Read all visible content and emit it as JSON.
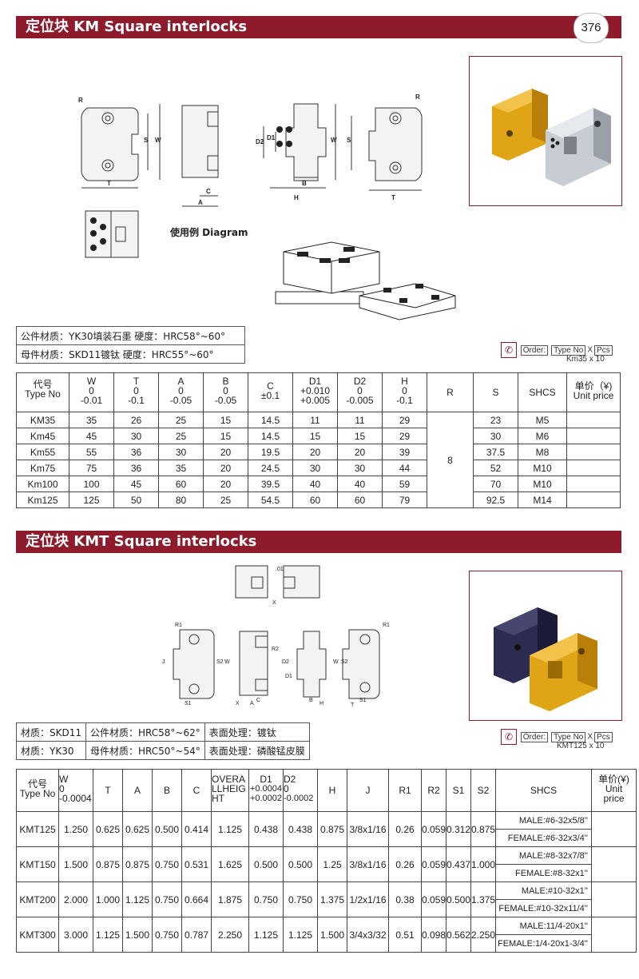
{
  "page_number": "376",
  "km": {
    "title": "定位块 KM Square interlocks",
    "diagram_caption": "使用例 Diagram",
    "dim_labels": {
      "R": "R",
      "S": "S",
      "W": "W",
      "T": "T",
      "C": "C",
      "A": "A",
      "D1": "D1",
      "D2": "D2",
      "B": "B",
      "H": "H"
    },
    "materials": [
      "公件材质：YK30填装石墨  硬度：HRC58°~60°",
      "母件材质：SKD11镀钛       硬度：HRC55°~60°"
    ],
    "order": {
      "label": "Order:",
      "type_no": "Type No",
      "x": "X",
      "pcs": "Pcs",
      "example": "Km35  x  10"
    },
    "headers": [
      [
        "代号",
        "Type No"
      ],
      [
        "W",
        "0",
        "-0.01"
      ],
      [
        "T",
        "0",
        "-0.1"
      ],
      [
        "A",
        "0",
        "-0.05"
      ],
      [
        "B",
        "0",
        "-0.05"
      ],
      [
        "C",
        "±0.1"
      ],
      [
        "D1",
        "+0.010",
        "+0.005"
      ],
      [
        "D2",
        "0",
        "-0.005"
      ],
      [
        "H",
        "0",
        "-0.1"
      ],
      [
        "R"
      ],
      [
        "S"
      ],
      [
        "SHCS"
      ],
      [
        "单价（¥)",
        "Unit price"
      ]
    ],
    "rows": [
      [
        "KM35",
        "35",
        "26",
        "25",
        "15",
        "14.5",
        "11",
        "11",
        "29",
        "23",
        "M5"
      ],
      [
        "Km45",
        "45",
        "30",
        "25",
        "15",
        "14.5",
        "15",
        "15",
        "29",
        "30",
        "M6"
      ],
      [
        "Km55",
        "55",
        "36",
        "30",
        "20",
        "19.5",
        "20",
        "20",
        "39",
        "37.5",
        "M8"
      ],
      [
        "Km75",
        "75",
        "36",
        "35",
        "20",
        "24.5",
        "30",
        "30",
        "44",
        "52",
        "M10"
      ],
      [
        "Km100",
        "100",
        "45",
        "60",
        "20",
        "39.5",
        "40",
        "40",
        "59",
        "70",
        "M10"
      ],
      [
        "Km125",
        "125",
        "50",
        "80",
        "25",
        "54.5",
        "60",
        "60",
        "79",
        "92.5",
        "M14"
      ]
    ],
    "r_value": "8"
  },
  "kmt": {
    "title": "定位块 KMT Square interlocks",
    "dim_labels": {
      "R1": "R1",
      "R2": "R2",
      "S1": "S1",
      "S2": "S2",
      "W": "W",
      "J": "J",
      "T": "T",
      "A": "A",
      "B": "B",
      "C": "C",
      "H": "H",
      "D1": "D1",
      "D2": "D2",
      "X": "X",
      "tol": ".01"
    },
    "materials": [
      [
        "材质：SKD11",
        "公件材质：HRC58°~62°",
        "表面处理：镀钛"
      ],
      [
        "材质：YK30",
        "母件材质：HRC50°~54°",
        "表面处理：磷酸锰皮膜"
      ]
    ],
    "order": {
      "label": "Order:",
      "type_no": "Type No",
      "x": "X",
      "pcs": "Pcs",
      "example": "KMT125  x  10"
    },
    "headers": [
      [
        "代号",
        "Type No"
      ],
      [
        "W",
        "0",
        "-0.0004"
      ],
      [
        "T"
      ],
      [
        "A"
      ],
      [
        "B"
      ],
      [
        "C"
      ],
      [
        "OVERA",
        "LLHEIG",
        "HT"
      ],
      [
        "D1",
        "+0.0004",
        "+0.0002"
      ],
      [
        "D2",
        "0",
        "-0.0002"
      ],
      [
        "H"
      ],
      [
        "J"
      ],
      [
        "R1"
      ],
      [
        "R2"
      ],
      [
        "S1"
      ],
      [
        "S2"
      ],
      [
        "SHCS"
      ],
      [
        "单价(¥)",
        "Unit",
        "price"
      ]
    ],
    "rows": [
      {
        "cells": [
          "KMT125",
          "1.250",
          "0.625",
          "0.625",
          "0.500",
          "0.414",
          "1.125",
          "0.438",
          "0.438",
          "0.875",
          "3/8x1/16",
          "0.26",
          "0.059",
          "0.312",
          "0.875"
        ],
        "male": "MALE:#6-32x5/8''",
        "female": "FEMALE:#6-32x3/4''"
      },
      {
        "cells": [
          "KMT150",
          "1.500",
          "0.875",
          "0.875",
          "0.750",
          "0.531",
          "1.625",
          "0.500",
          "0.500",
          "1.25",
          "3/8x1/16",
          "0.26",
          "0.059",
          "0.437",
          "1.000"
        ],
        "male": "MALE:#8-32x7/8''",
        "female": "FEMALE:#8-32x1''"
      },
      {
        "cells": [
          "KMT200",
          "2.000",
          "1.000",
          "1.125",
          "0.750",
          "0.664",
          "1.875",
          "0.750",
          "0.750",
          "1.375",
          "1/2x1/16",
          "0.38",
          "0.059",
          "0.500",
          "1.375"
        ],
        "male": "MALE:#10-32x1''",
        "female": "FEMALE:#10-32x11/4''"
      },
      {
        "cells": [
          "KMT300",
          "3.000",
          "1.125",
          "1.500",
          "0.750",
          "0.787",
          "2.250",
          "1.125",
          "1.125",
          "1.500",
          "3/4x3/32",
          "0.51",
          "0.098",
          "0.562",
          "2.250"
        ],
        "male": "MALE:11/4-20x1''",
        "female": "FEMALE:1/4-20x1-3/4''"
      }
    ]
  },
  "colors": {
    "accent": "#8e1b2c",
    "gold": "#e0a516",
    "steel": "#c8cdd4",
    "navy": "#2c2c52"
  }
}
